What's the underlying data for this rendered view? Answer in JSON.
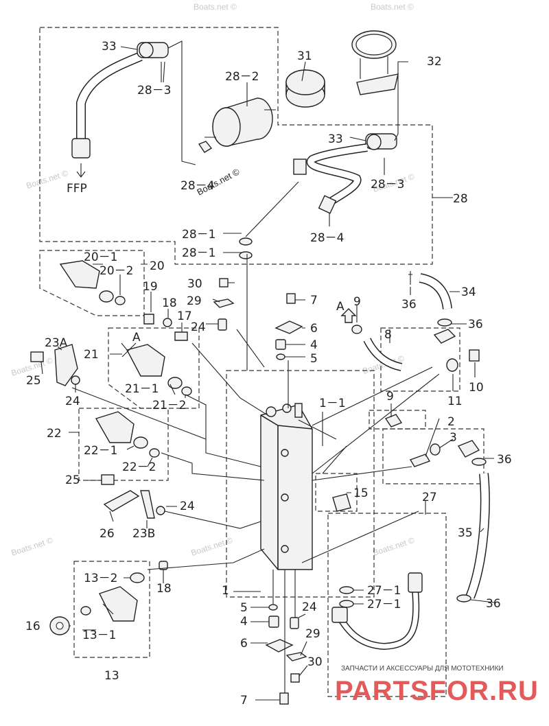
{
  "watermark": "Boats.net ©",
  "labels": {
    "p33a": "33",
    "p28_3a": "28－3",
    "ffp": "FFP",
    "p28_2": "28－2",
    "p28_4a": "28－4",
    "p31": "31",
    "p32": "32",
    "p33b": "33",
    "p28_3b": "28－3",
    "p28": "28",
    "p28_1a": "28－1",
    "p28_1b": "28－1",
    "p28_4b": "28－4",
    "p20": "20",
    "p20_1": "20－1",
    "p20_2": "20－2",
    "p19": "19",
    "p18a": "18",
    "p17": "17",
    "p30a": "30",
    "p29a": "29",
    "p24a": "24",
    "p7a": "7",
    "p6a": "6",
    "p4a": "4",
    "p5a": "5",
    "p9a": "9",
    "letterA2": "A",
    "p8": "8",
    "p34": "34",
    "p36a": "36",
    "p36b": "36",
    "p10": "10",
    "p11": "11",
    "p23A": "23A",
    "p25a": "25",
    "p24b": "24",
    "p21": "21",
    "letterA1": "A",
    "p21_1": "21－1",
    "p21_2": "21－2",
    "p1_1": "1－1",
    "p9b": "9",
    "p2": "2",
    "p3": "3",
    "p36c": "36",
    "p22": "22",
    "p22_1": "22－1",
    "p22_2": "22－2",
    "p25b": "25",
    "p15": "15",
    "p24c": "24",
    "p26": "26",
    "p23B": "23B",
    "p27": "27",
    "p35": "35",
    "p13_2": "13－2",
    "p18b": "18",
    "p1": "1",
    "p27_1a": "27－1",
    "p27_1b": "27－1",
    "p36d": "36",
    "p5b": "5",
    "p24d": "24",
    "p16": "16",
    "p13_1": "13－1",
    "p4b": "4",
    "p6b": "6",
    "p29b": "29",
    "p13": "13",
    "p30b": "30",
    "p7b": "7"
  },
  "footer": {
    "caption": "ЗАПЧАСТИ И АКСЕССУАРЫ ДЛЯ МОТОТЕХНИКИ",
    "brand": "PARTSFOR.RU"
  },
  "colors": {
    "brand": "#e35a5a",
    "line": "#222222",
    "watermark": "#c8c8c8"
  }
}
